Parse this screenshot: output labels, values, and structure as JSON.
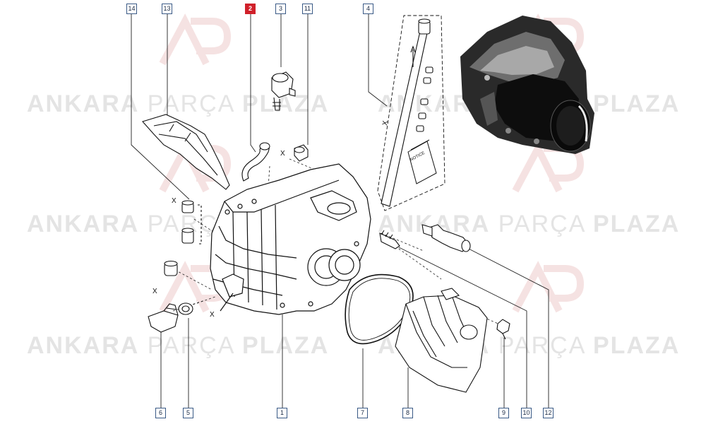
{
  "watermark": {
    "word1": "ANKARA",
    "word2": "PARÇA",
    "word3": "PLAZA"
  },
  "booklet_label": "NOTICE",
  "callouts": [
    {
      "id": "c14",
      "label": "14",
      "active": false
    },
    {
      "id": "c13",
      "label": "13",
      "active": false
    },
    {
      "id": "c2",
      "label": "2",
      "active": true
    },
    {
      "id": "c3",
      "label": "3",
      "active": false
    },
    {
      "id": "c11",
      "label": "11",
      "active": false
    },
    {
      "id": "c4",
      "label": "4",
      "active": false
    },
    {
      "id": "c6",
      "label": "6",
      "active": false
    },
    {
      "id": "c5",
      "label": "5",
      "active": false
    },
    {
      "id": "c1",
      "label": "1",
      "active": false
    },
    {
      "id": "c7",
      "label": "7",
      "active": false
    },
    {
      "id": "c8",
      "label": "8",
      "active": false
    },
    {
      "id": "c9",
      "label": "9",
      "active": false
    },
    {
      "id": "c10",
      "label": "10",
      "active": false
    },
    {
      "id": "c12",
      "label": "12",
      "active": false
    }
  ],
  "markers": {
    "x": "X"
  },
  "colors": {
    "line": "#1a1a1a",
    "callout_border": "#3a5a86",
    "active": "#d0202a",
    "watermark": "#e4e4e4"
  }
}
